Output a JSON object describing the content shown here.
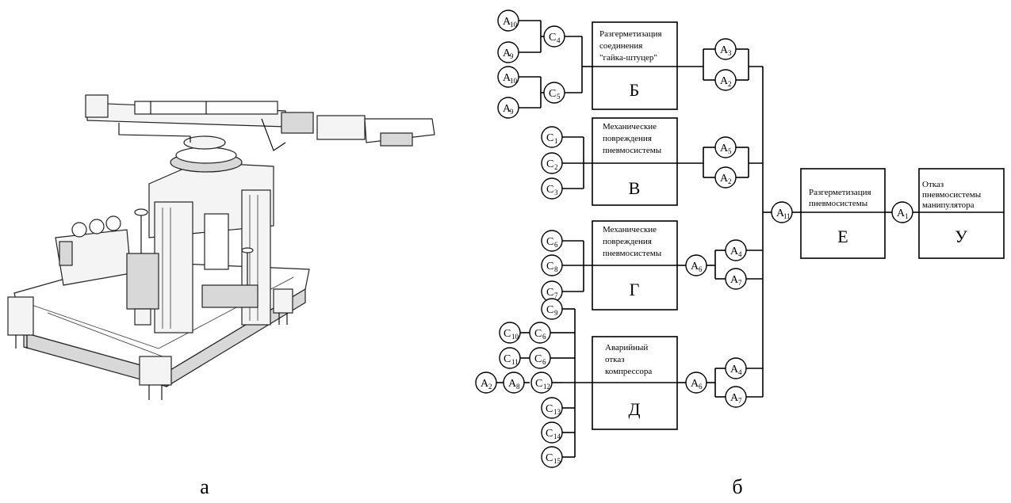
{
  "captions": {
    "left": "а",
    "right": "б"
  },
  "blocks": [
    {
      "id": "B",
      "letter": "Б",
      "label_lines": [
        "Разгерметизация",
        " соединения",
        "\"гайка-штуцер\""
      ]
    },
    {
      "id": "V",
      "letter": "В",
      "label_lines": [
        "Механические",
        "повреждения",
        "пневмосистемы"
      ]
    },
    {
      "id": "G",
      "letter": "Г",
      "label_lines": [
        "Механические",
        "повреждения",
        "пневмосистемы"
      ]
    },
    {
      "id": "D",
      "letter": "Д",
      "label_lines": [
        "Аварийный",
        "отказ",
        "компрессора"
      ]
    },
    {
      "id": "E",
      "letter": "Е",
      "label_lines": [
        "Разгерметизация",
        " пневмосистемы"
      ]
    },
    {
      "id": "U",
      "letter": "У",
      "label_lines": [
        "Отказ",
        "пневмосистемы",
        "манипулятора"
      ]
    }
  ],
  "nodes": {
    "A10a": {
      "main": "А",
      "sub": "10"
    },
    "A9a": {
      "main": "А",
      "sub": "9"
    },
    "C4": {
      "main": "С",
      "sub": "4"
    },
    "A10b": {
      "main": "А",
      "sub": "10"
    },
    "A9b": {
      "main": "А",
      "sub": "9"
    },
    "C5": {
      "main": "С",
      "sub": "5"
    },
    "A3": {
      "main": "А",
      "sub": "3"
    },
    "A2a": {
      "main": "А",
      "sub": "2"
    },
    "C1": {
      "main": "С",
      "sub": "1"
    },
    "C2": {
      "main": "С",
      "sub": "2"
    },
    "C3": {
      "main": "С",
      "sub": "3"
    },
    "A5": {
      "main": "А",
      "sub": "5"
    },
    "A2b": {
      "main": "А",
      "sub": "2"
    },
    "C6a": {
      "main": "С",
      "sub": "6"
    },
    "C8": {
      "main": "С",
      "sub": "8"
    },
    "C7": {
      "main": "С",
      "sub": "7"
    },
    "A6a": {
      "main": "А",
      "sub": "6"
    },
    "A4a": {
      "main": "А",
      "sub": "4"
    },
    "A7a": {
      "main": "А",
      "sub": "7"
    },
    "C9": {
      "main": "С",
      "sub": "9"
    },
    "C10": {
      "main": "С",
      "sub": "10"
    },
    "C6b": {
      "main": "С",
      "sub": "6"
    },
    "C11": {
      "main": "С",
      "sub": "11"
    },
    "C6c": {
      "main": "С",
      "sub": "6"
    },
    "A2c": {
      "main": "А",
      "sub": "2"
    },
    "A8": {
      "main": "А",
      "sub": "8"
    },
    "C12": {
      "main": "С",
      "sub": "12"
    },
    "C13": {
      "main": "С",
      "sub": "13"
    },
    "C14": {
      "main": "С",
      "sub": "14"
    },
    "C15": {
      "main": "С",
      "sub": "15"
    },
    "A6b": {
      "main": "А",
      "sub": "6"
    },
    "A4b": {
      "main": "А",
      "sub": "4"
    },
    "A7b": {
      "main": "А",
      "sub": "7"
    },
    "A11": {
      "main": "А",
      "sub": "11"
    },
    "A1": {
      "main": "А",
      "sub": "1"
    }
  }
}
